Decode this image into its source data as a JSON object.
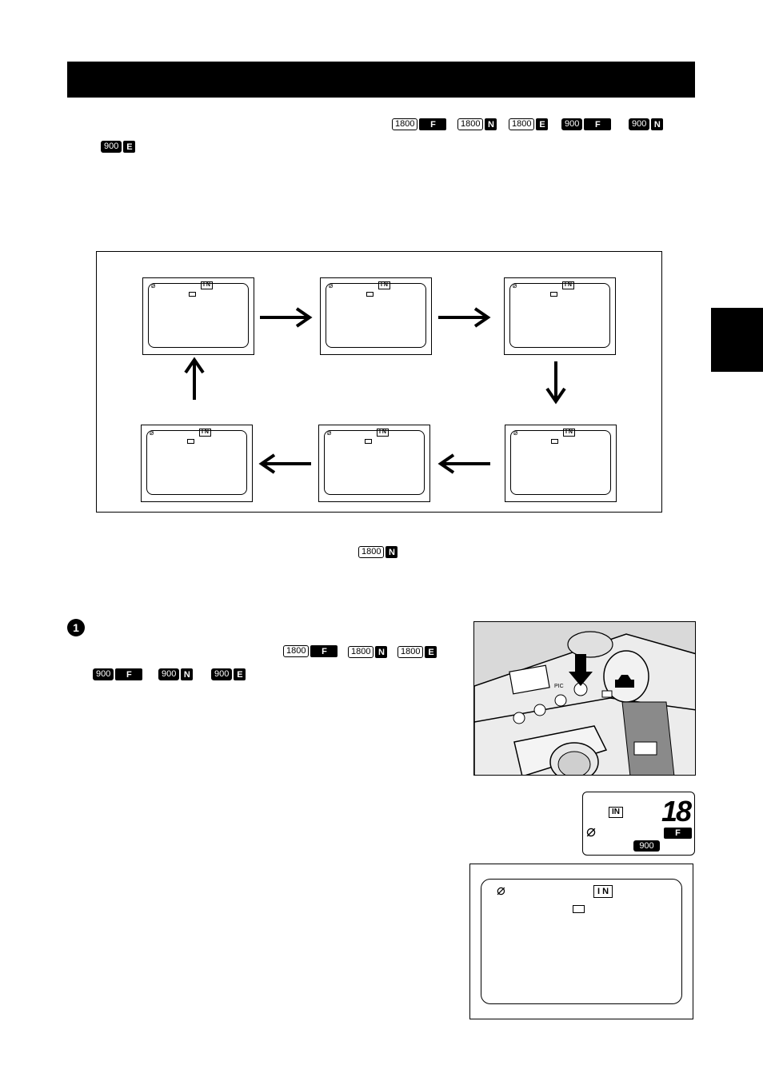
{
  "quality_badges_top": [
    {
      "num": "1800",
      "q": "F",
      "solid": false,
      "wide": true
    },
    {
      "num": "1800",
      "q": "N",
      "solid": false,
      "wide": false
    },
    {
      "num": "1800",
      "q": "E",
      "solid": false,
      "wide": false
    },
    {
      "num": "900",
      "q": "F",
      "solid": true,
      "wide": true
    },
    {
      "num": "900",
      "q": "N",
      "solid": true,
      "wide": false
    },
    {
      "num": "900",
      "q": "E",
      "solid": true,
      "wide": false
    }
  ],
  "default_badge": {
    "num": "1800",
    "q": "N"
  },
  "step_badges": [
    {
      "num": "1800",
      "q": "F",
      "solid": false,
      "wide": true
    },
    {
      "num": "1800",
      "q": "N",
      "solid": false,
      "wide": false
    },
    {
      "num": "1800",
      "q": "E",
      "solid": false,
      "wide": false
    },
    {
      "num": "900",
      "q": "F",
      "solid": true,
      "wide": true
    },
    {
      "num": "900",
      "q": "N",
      "solid": true,
      "wide": false
    },
    {
      "num": "900",
      "q": "E",
      "solid": true,
      "wide": false
    }
  ],
  "monitor_screen": {
    "flash_icon": "flash-off-icon",
    "in_label": "I N"
  },
  "step": {
    "number": "1"
  },
  "camera_photo": {
    "button_label": "PIC"
  },
  "lcd_panel": {
    "in_label": "IN",
    "count": "18",
    "quality": "F",
    "size": "900",
    "flash_icon": "flash-off-icon"
  }
}
